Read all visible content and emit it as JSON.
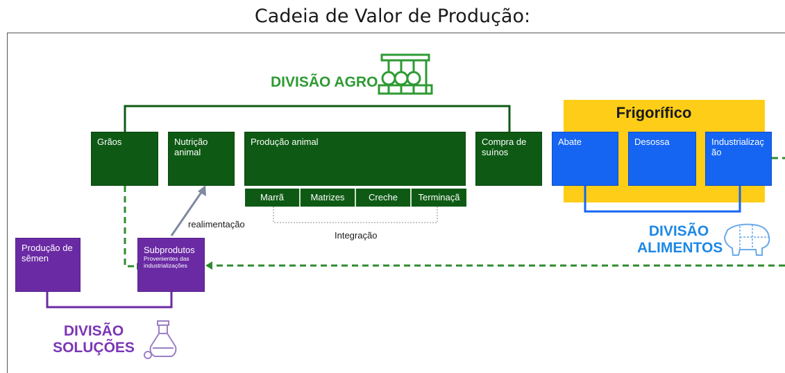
{
  "title": "Cadeia de Valor de Produção:",
  "colors": {
    "agro": "#0e5a14",
    "alimentos": "#1565f2",
    "solucoes": "#6a2aa3",
    "frigorifico": "#fecd17"
  },
  "divisions": {
    "agro": "DIVISÃO AGRO",
    "alimentos": [
      "DIVISÃO",
      "ALIMENTOS"
    ],
    "solucoes": [
      "DIVISÃO",
      "SOLUÇÕES"
    ]
  },
  "agro_boxes": {
    "graos": "Grãos",
    "nutricao": [
      "Nutrição",
      "animal"
    ],
    "producao_animal": "Produção animal",
    "compra": [
      "Compra de",
      "suínos"
    ]
  },
  "stages": [
    "Marrã",
    "Matrizes",
    "Creche",
    "Terminaçã"
  ],
  "frigorifico": {
    "title": "Frigorífico",
    "abate": "Abate",
    "desossa": "Desossa",
    "industrializacao": [
      "Industrializaç",
      "ão"
    ]
  },
  "solucoes_boxes": {
    "producao_semen": [
      "Produção de",
      "sêmen"
    ],
    "subprodutos": "Subprodutos",
    "subprodutos_desc": [
      "Provenientes das",
      "industrializações"
    ]
  },
  "labels": {
    "realimentacao": "realimentação",
    "integracao": "Integração"
  },
  "icons": [
    "pig-pen-icon",
    "pig-cuts-icon",
    "bottles-icon"
  ]
}
